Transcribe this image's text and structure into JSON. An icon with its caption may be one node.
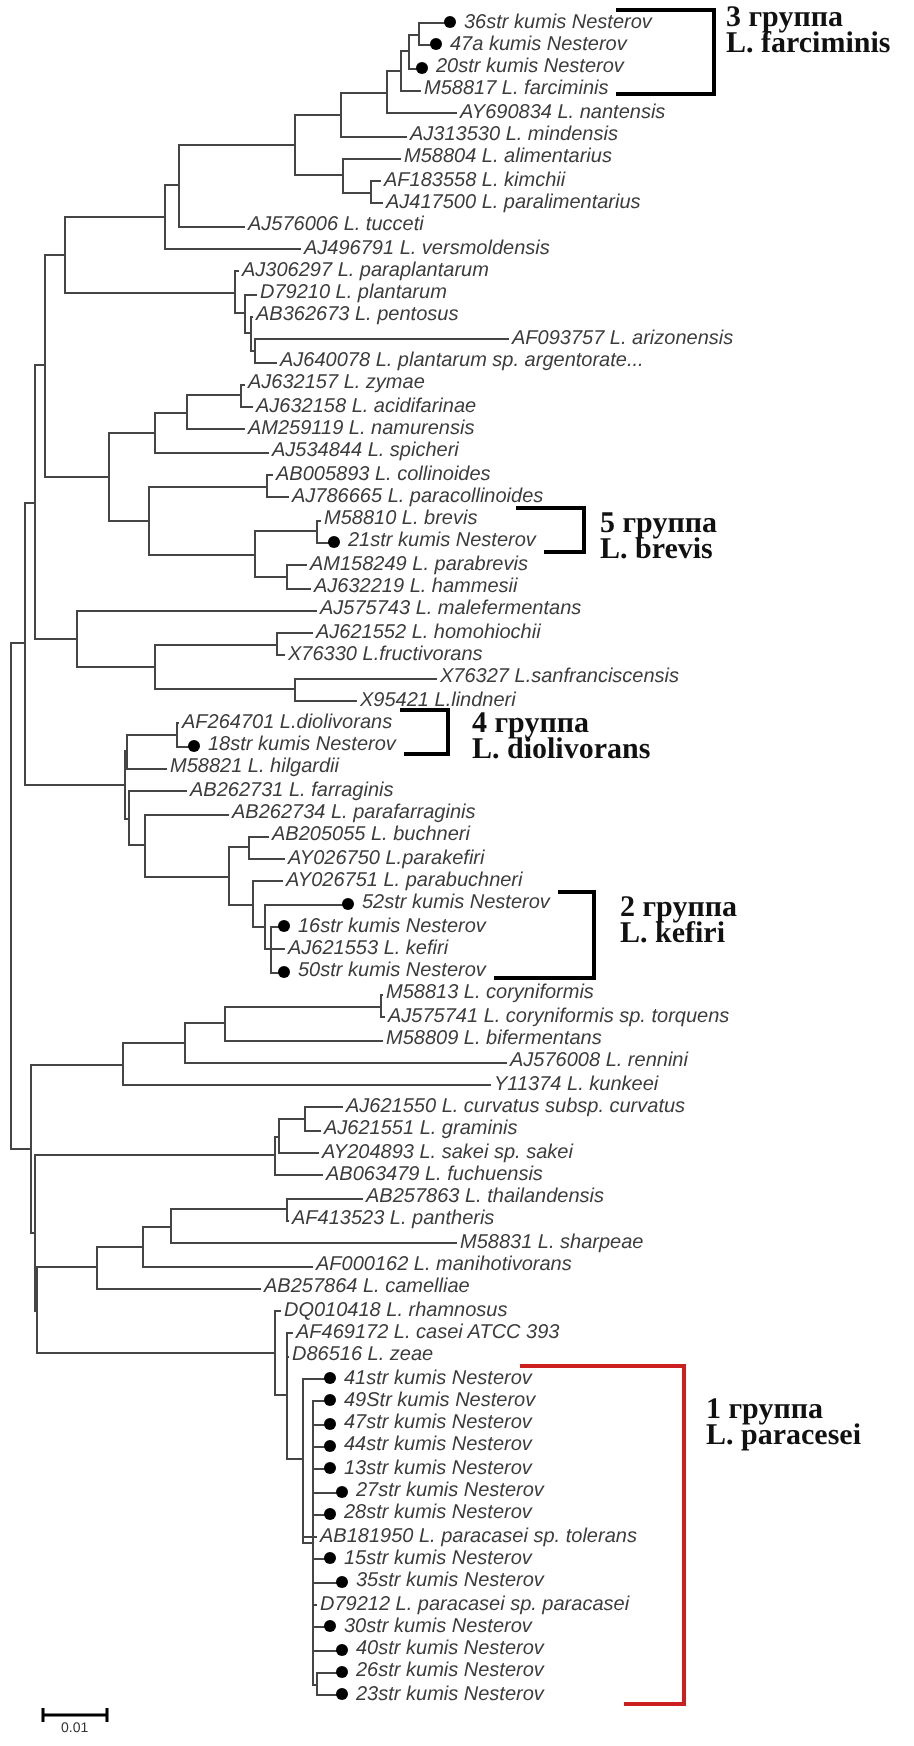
{
  "diagram": {
    "labels": [
      "36str kumis Nesterov",
      "3 группа L. farciminis",
      "47a kumis Nesterov",
      "20str kumis Nesterov",
      "M58817 L. farciminis",
      "AY690834 L. nantensis",
      "AJ313530 L. mindensis",
      "M58804 L. alimentarius",
      "AF183558 L. kimchii",
      "AJ417500 L. paralimentarius",
      "AJ576006 L. tucceti",
      "AJ496791 L. versmoldensis",
      "AJ306297 L. paraplantarum",
      "D79210 L. plantarum",
      "AB362673 L. pentosus",
      "AF093757 L. arizonensis",
      "AJ640078 L. plantarum sp. argentorate...",
      "AJ632157 L. zymae",
      "AJ632158 L. acidifarinae",
      "AM259119 L. namurensis",
      "AJ534844 L. spicheri",
      "AB005893 L. collinoides",
      "AJ786665 L. paracollinoides",
      "M58810 L. brevis",
      "5 группа L. brevis",
      "21str kumis Nesterov",
      "AM158249 L. parabrevis",
      "AJ632219 L. hammesii",
      "AJ575743 L. malefermentans",
      "AJ621552 L. homohiochii",
      "X76330 L.fructivorans",
      "X76327 L.sanfranciscensis",
      "X95421 L.lindneri",
      "AF264701 L.diolivorans",
      "4 группа L. diolivorans",
      "18str kumis Nesterov",
      "M58821 L. hilgardii",
      "AB262731 L. farraginis",
      "AB262734 L. parafarraginis",
      "AB205055 L. buchneri",
      "AY026750 L.parakefiri",
      "AY026751 L. parabuchneri",
      "52str kumis Nesterov",
      "2 группа L. kefiri",
      "16str kumis Nesterov",
      "AJ621553 L. kefiri",
      "50str kumis Nesterov",
      "M58813 L. coryniformis",
      "AJ575741 L. coryniformis sp. torquens",
      "M58809 L. bifermentans",
      "AJ576008 L. rennini",
      "Y11374 L. kunkeei",
      "AJ621550 L. curvatus subsp. curvatus",
      "AJ621551 L. graminis",
      "AY204893 L. sakei sp. sakei",
      "AB063479 L. fuchuensis",
      "AB257863 L. thailandensis",
      "AF413523 L. pantheris",
      "M58831 L. sharpeae",
      "AF000162 L. manihotivorans",
      "AB257864 L. camelliae",
      "DQ010418 L. rhamnosus",
      "AF469172 L. casei ATCC 393",
      "D86516 L. zeae",
      "41str kumis Nesterov",
      "49Str kumis Nesterov",
      "1 группа L. paracesei",
      "47str kumis Nesterov",
      "44str kumis Nesterov",
      "13str kumis Nesterov",
      "27str kumis Nesterov",
      "28str kumis Nesterov",
      "AB181950 L. paracasei sp. tolerans",
      "15str kumis Nesterov",
      "35str kumis Nesterov",
      "D79212 L. paracasei sp. paracasei",
      "30str kumis Nesterov",
      "40str kumis Nesterov",
      "26str kumis Nesterov",
      "23str kumis Nesterov",
      "0.01"
    ]
  }
}
